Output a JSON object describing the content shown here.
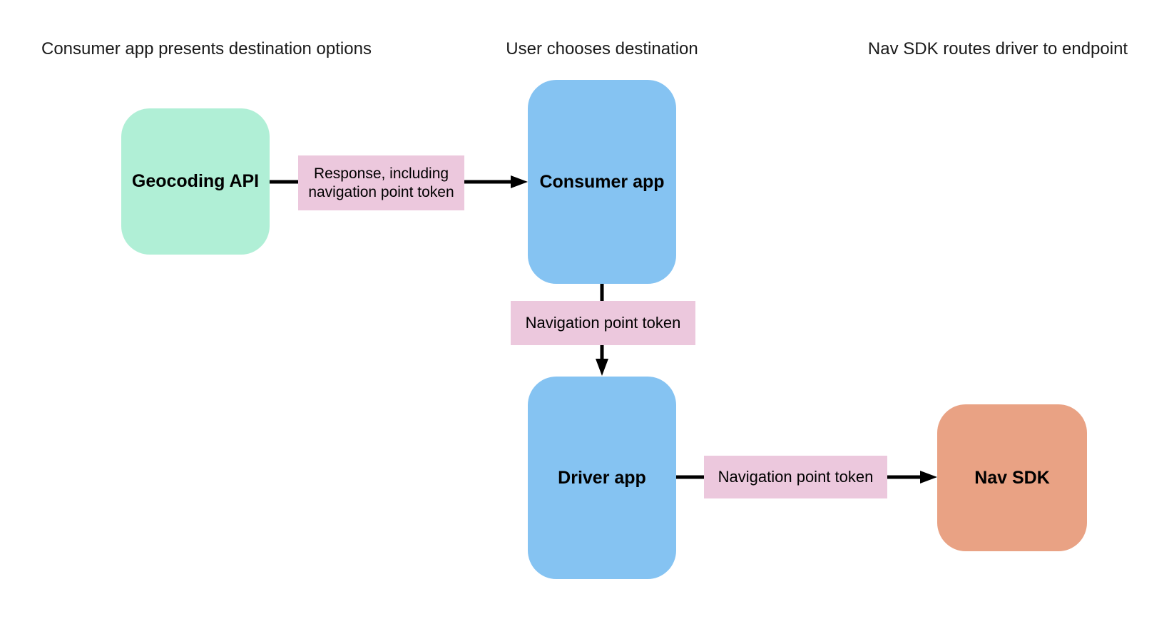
{
  "diagram": {
    "columns": [
      {
        "header": "Consumer app presents destination options"
      },
      {
        "header": "User chooses destination"
      },
      {
        "header": "Nav SDK routes driver to endpoint"
      }
    ],
    "nodes": [
      {
        "id": "geocoding-api",
        "label": "Geocoding API",
        "color": "#b0efd6"
      },
      {
        "id": "consumer-app",
        "label": "Consumer app",
        "color": "#85c3f2"
      },
      {
        "id": "driver-app",
        "label": "Driver app",
        "color": "#85c3f2"
      },
      {
        "id": "nav-sdk",
        "label": "Nav SDK",
        "color": "#e9a284"
      }
    ],
    "edges": [
      {
        "from": "geocoding-api",
        "to": "consumer-app",
        "label": "Response, including navigation point token"
      },
      {
        "from": "consumer-app",
        "to": "driver-app",
        "label": "Navigation point token"
      },
      {
        "from": "driver-app",
        "to": "nav-sdk",
        "label": "Navigation point token"
      }
    ],
    "colors": {
      "background": "#ffffff",
      "node_green": "#b0efd6",
      "node_blue": "#85c3f2",
      "node_orange": "#e9a284",
      "edge_label_pink": "#ecc8dd",
      "arrow": "#000000",
      "text": "#1a1a1a"
    }
  }
}
